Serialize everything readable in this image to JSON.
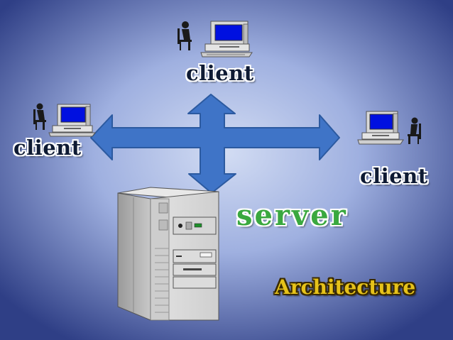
{
  "colors": {
    "background_center": "#c7d3ef",
    "background_edge": "#2f3f86",
    "arrow_fill": "#3f74c7",
    "arrow_stroke": "#2c5aa0",
    "monitor_screen": "#0010e0",
    "server_label": "#3aa83f",
    "architecture_label": "#e6c21a"
  },
  "labels": {
    "client_top": "client",
    "client_left": "client",
    "client_right": "client",
    "server": "server",
    "architecture": "Architecture"
  },
  "icons": {
    "arrows": "four-way-arrow-icon",
    "workstation": "computer-workstation-icon",
    "user": "seated-person-icon",
    "server": "tower-server-icon"
  }
}
